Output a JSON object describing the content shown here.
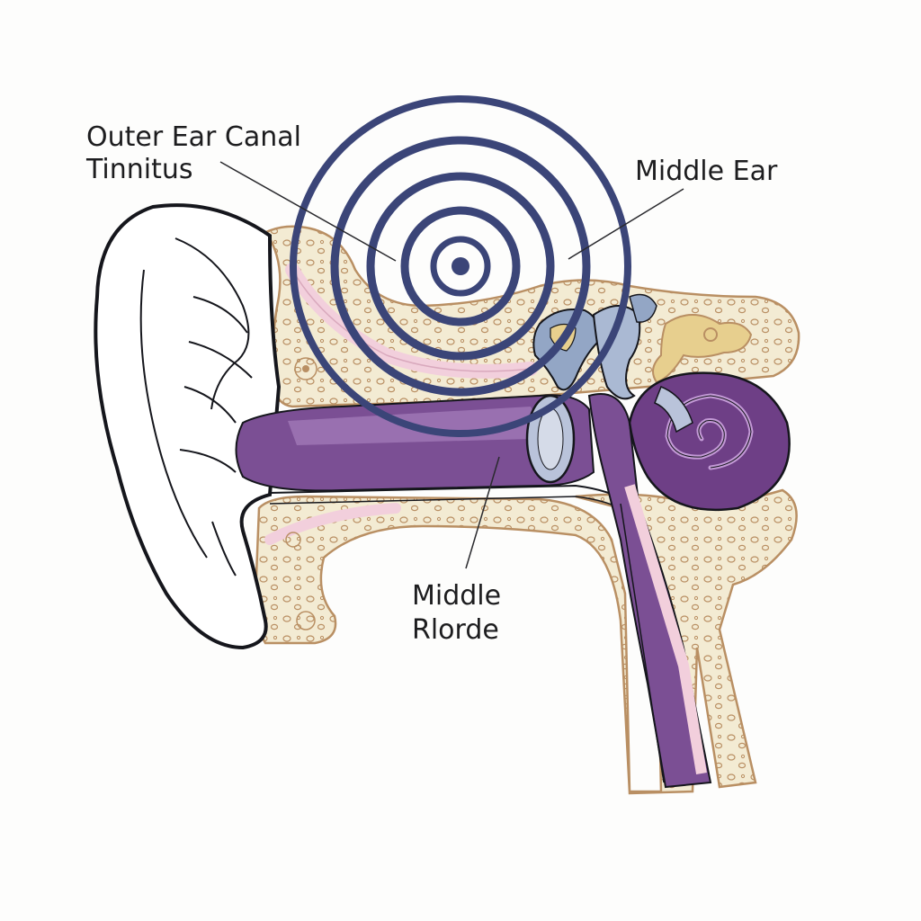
{
  "labels": {
    "outer_ear_canal": "Outer Ear Canal",
    "tinnitus": "Tinnitus",
    "middle_ear": "Middle Ear",
    "middle": "Middle",
    "rlorde": "Rlorde"
  },
  "colors": {
    "outline": "#15161c",
    "bone_fill": "#f3ebd3",
    "bone_edge": "#b98f63",
    "canal_purple": "#7b4f94",
    "canal_light": "#a77fbc",
    "cochlea_purple": "#6e3f86",
    "ring_navy": "#3b4578",
    "pink": "#f2cfdc",
    "ossicle_gold": "#e7cf8e",
    "ossicle_blue": "#93a6c5",
    "leader_line": "#2a2a2e"
  }
}
